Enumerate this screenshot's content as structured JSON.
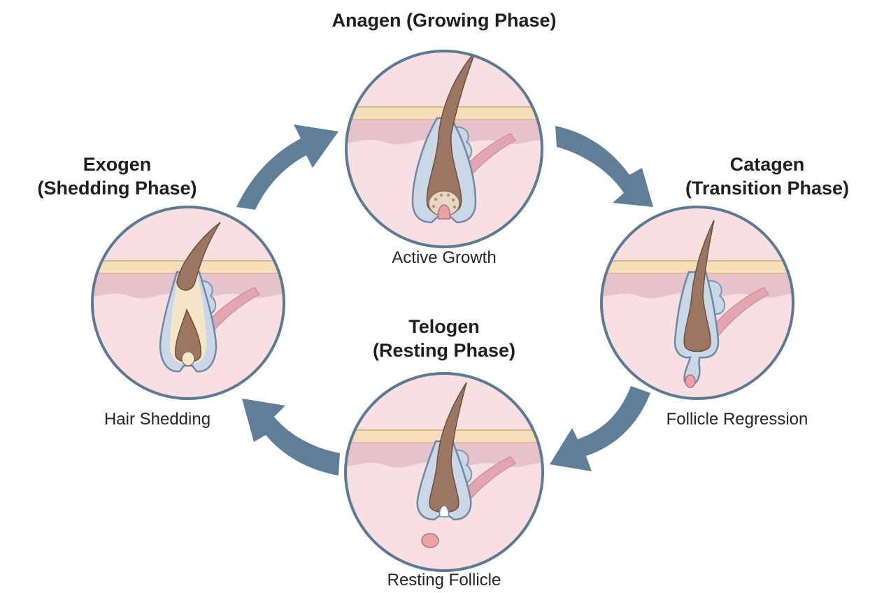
{
  "phases": {
    "anagen": {
      "title": "Anagen (Growing Phase)",
      "caption": "Active Growth"
    },
    "catagen": {
      "title_line1": "Catagen",
      "title_line2": "(Transition Phase)",
      "caption": "Follicle Regression"
    },
    "telogen": {
      "title_line1": "Telogen",
      "title_line2": "(Resting Phase)",
      "caption": "Resting Follicle"
    },
    "exogen": {
      "title_line1": "Exogen",
      "title_line2": "(Shedding Phase)",
      "caption": "Hair Shedding"
    }
  },
  "colors": {
    "circle_border": "#5d7a93",
    "arrow": "#5f7f99",
    "epidermis": "#f6dfb8",
    "dermis_upper": "#e7c3cc",
    "dermis": "#f6dcdf",
    "hair_shaft": "#9c7660",
    "sheath": "#c9d7e6",
    "papilla": "#e9a2a8",
    "muscle": "#e3a6ae"
  },
  "icons": [
    "cycle-arrow-icon",
    "hair-follicle-icon"
  ]
}
